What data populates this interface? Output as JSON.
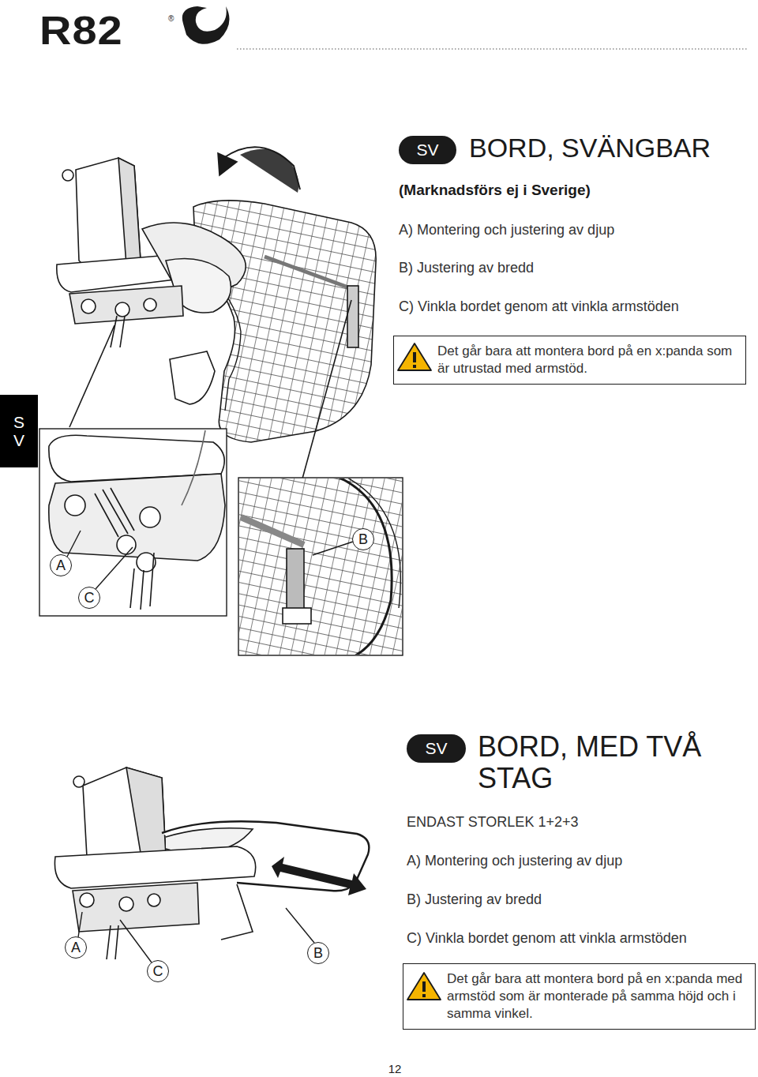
{
  "diagram": {
    "nodes": [
      {
        "text": [
          "SV"
        ]
      },
      {
        "text": [
          "Det går bara att montera bord på en x:panda som är utrustad med armstöd."
        ]
      },
      {
        "text": [
          "SV"
        ]
      },
      {
        "text": [
          "A"
        ]
      },
      {
        "text": [
          "C"
        ]
      },
      {
        "text": [
          "B"
        ]
      },
      {
        "text": [
          "SV"
        ]
      },
      {
        "text": [
          "Det går bara att montera bord på en x:panda med armstöd som är monterade på samma höjd och i samma vinkel."
        ]
      },
      {
        "text": [
          "A"
        ]
      },
      {
        "text": [
          "C"
        ]
      },
      {
        "text": [
          "B"
        ]
      }
    ],
    "labels": [
      "R82",
      "®",
      "BORD, SVÄNGBAR",
      "(Marknadsförs ej i Sverige)",
      "A) Montering och justering av djup",
      "B) Justering av bredd",
      "C) Vinkla bordet genom att vinkla armstöden",
      "BORD, MED TVÅ STAG",
      "ENDAST STORLEK 1+2+3",
      "A) Montering och justering av djup",
      "B) Justering av bredd",
      "C) Vinkla bordet genom att vinkla armstöden",
      "12"
    ]
  }
}
